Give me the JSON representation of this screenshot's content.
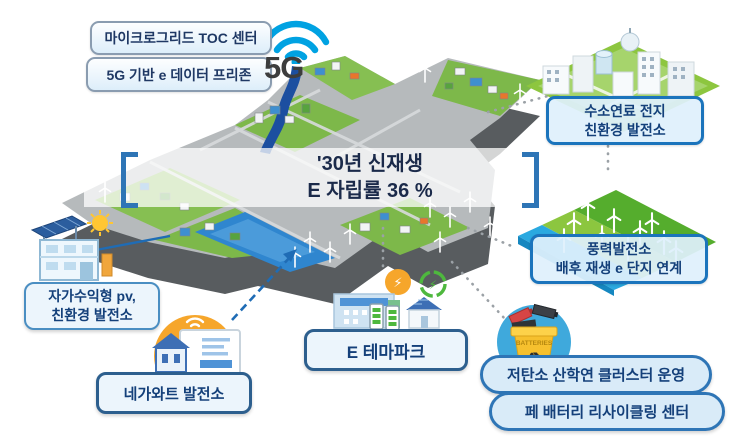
{
  "top_left": {
    "box1": "마이크로그리드 TOC 센터",
    "box2": "5G 기반 e 데이터 프리존",
    "network": "5G"
  },
  "center_banner": {
    "line1": "'30년 신재생",
    "line2": "E 자립률 36 %"
  },
  "callouts": {
    "hydrogen": {
      "line1": "수소연료 전지",
      "line2": "친환경 발전소"
    },
    "wind": {
      "line1": "풍력발전소",
      "line2": "배후 재생 e 단지 연계"
    },
    "pv": {
      "line1": "자가수익형 pv,",
      "line2": "친환경 발전소"
    },
    "negawatt": {
      "label": "네가와트 발전소"
    },
    "theme_park": {
      "label": "E 테마파크"
    },
    "cluster": {
      "label": "저탄소 산학연 클러스터 운영"
    },
    "battery_recycle": {
      "label": "페 배터리 리사이클링 센터"
    },
    "bin_text": "BATTERIES"
  },
  "icons": {
    "lightning": "⚡",
    "recycle": "♻"
  },
  "colors": {
    "callout_border": "#1b74bc",
    "callout_text": "#14407a",
    "band_text": "#1b2a4a",
    "wifi_blue": "#00a2e2",
    "map_green": "#7db84a",
    "map_gray": "#b6babc",
    "map_side": "#585c5f",
    "accent_orange": "#f6a62b",
    "pill_fill": "#d9ebf8"
  }
}
